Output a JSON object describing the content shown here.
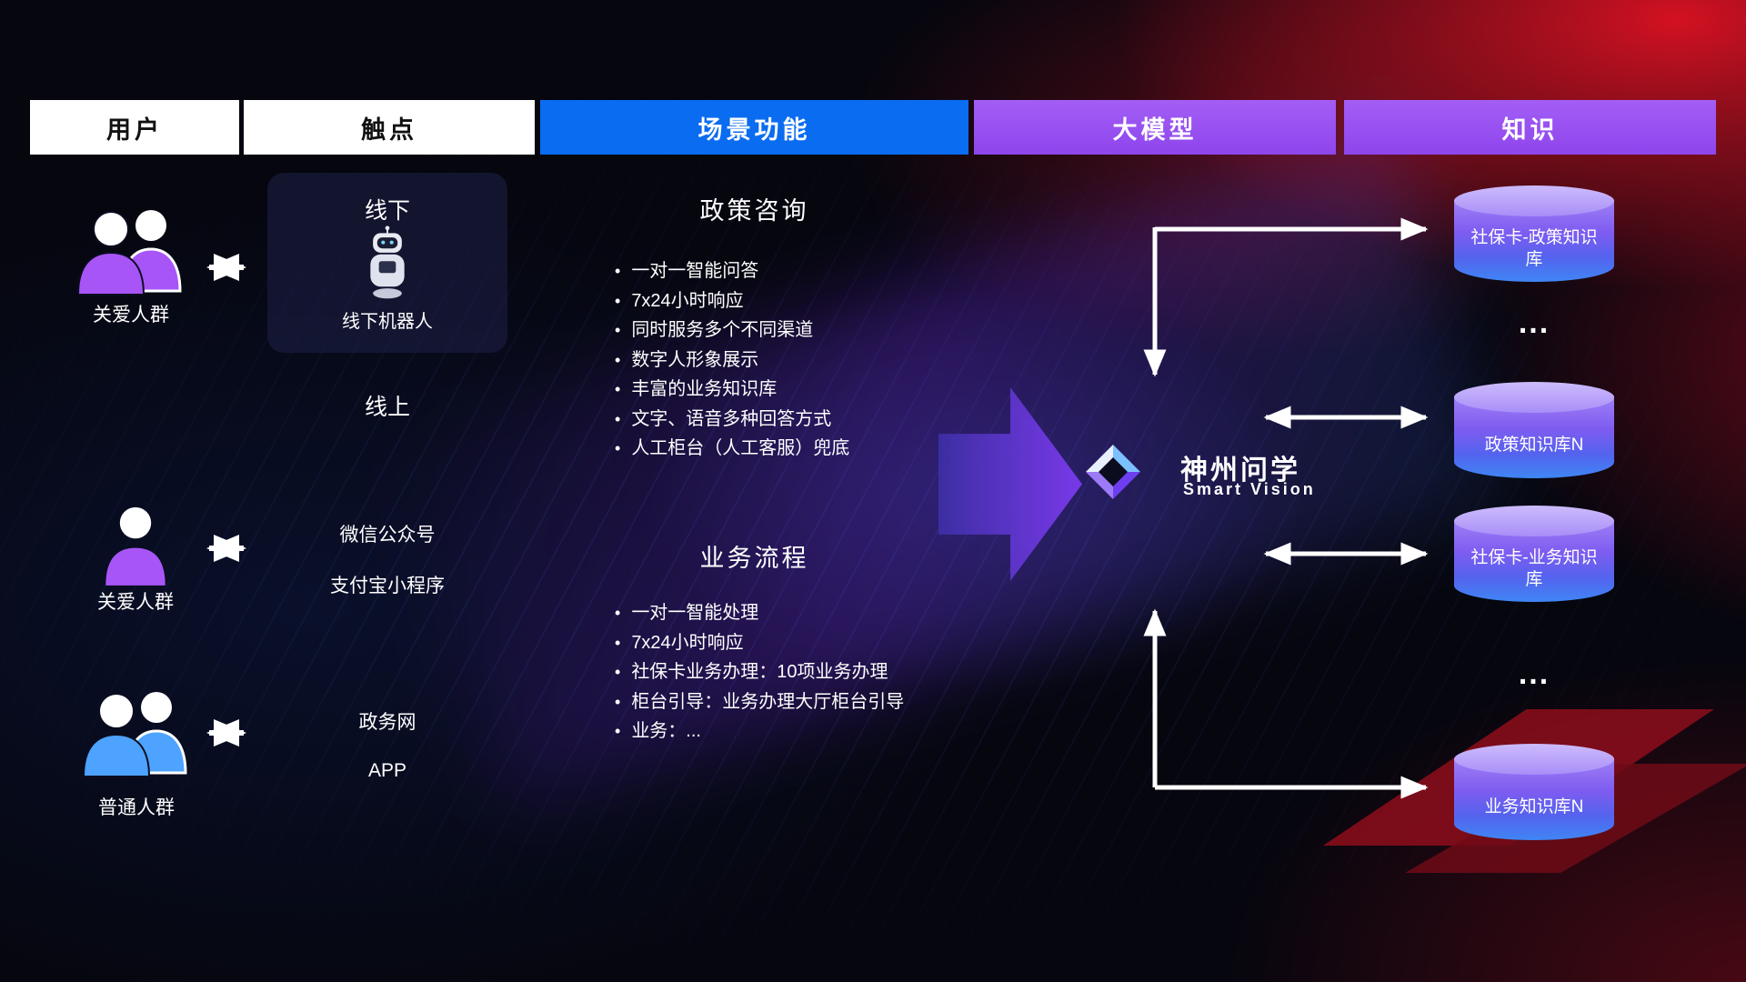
{
  "header": {
    "columns": [
      {
        "label": "用户"
      },
      {
        "label": "触点"
      },
      {
        "label": "场景功能"
      },
      {
        "label": "大模型"
      },
      {
        "label": "知识"
      }
    ]
  },
  "users": [
    {
      "label": "关爱人群"
    },
    {
      "label": "关爱人群"
    },
    {
      "label": "普通人群"
    }
  ],
  "touchpoints": {
    "offline_title": "线下",
    "robot_label": "线下机器人",
    "online_label": "线上",
    "wechat": "微信公众号",
    "alipay": "支付宝小程序",
    "gov": "政务网",
    "app": "APP"
  },
  "scene": {
    "policy": {
      "title": "政策咨询",
      "items": [
        "一对一智能问答",
        "7x24小时响应",
        "同时服务多个不同渠道",
        "数字人形象展示",
        "丰富的业务知识库",
        "文字、语音多种回答方式",
        "人工柜台（人工客服）兜底"
      ]
    },
    "business": {
      "title": "业务流程",
      "items": [
        "一对一智能处理",
        "7x24小时响应",
        "社保卡业务办理：10项业务办理",
        "柜台引导：业务办理大厅柜台引导",
        "业务：..."
      ]
    }
  },
  "logo": {
    "name": "神州问学",
    "subtitle": "Smart Vision"
  },
  "knowledge": {
    "cylinders": [
      "社保卡-政策知识库",
      "政策知识库N",
      "社保卡-业务知识库",
      "业务知识库N"
    ],
    "ellipsis": "..."
  },
  "colors": {
    "header_blue": "#0a6cf0",
    "header_purple": "#9b50f0",
    "user_purple": "#a855f7",
    "user_blue": "#4da3ff",
    "cylinder_top": "#cdbcfc",
    "cylinder_bottom": "#3f86f4",
    "arrow_white": "#ffffff"
  }
}
